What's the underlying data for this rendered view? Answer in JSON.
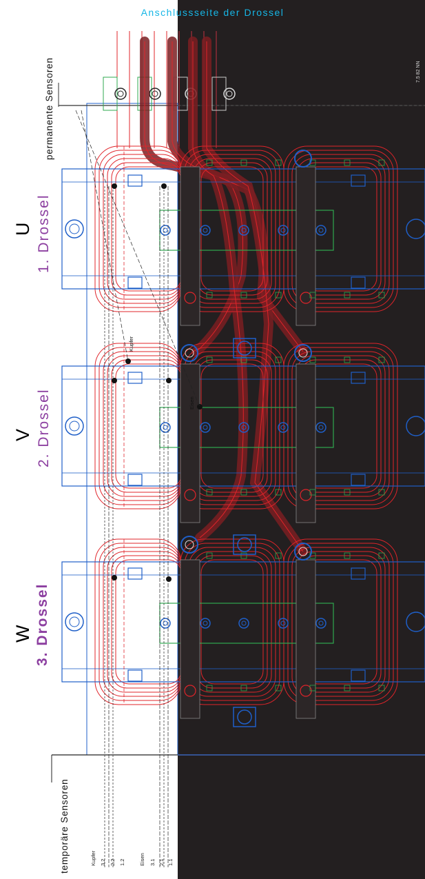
{
  "header": {
    "title": "Anschlussseite der Drossel"
  },
  "sensors": {
    "permanent_label": "permanente Sensoren",
    "temporary_label": "temporäre Sensoren",
    "kupfer_group": {
      "label": "Kupfer",
      "items": [
        "3.2",
        "2.2",
        "1.2"
      ]
    },
    "eisen_group": {
      "label": "Eisen",
      "items": [
        "3.1",
        "2.1",
        "1.1"
      ]
    },
    "kupfer_mark": "Kupfer",
    "eisen_mark": "Eisen"
  },
  "drosseln": [
    {
      "phase": "U",
      "name": "1. Drossel"
    },
    {
      "phase": "V",
      "name": "2. Drossel"
    },
    {
      "phase": "W",
      "name": "3. Drossel"
    }
  ],
  "corner_note": "7.5 82  NN",
  "colors": {
    "accent_cyan": "#16b6e6",
    "drossel_purple": "#8c3fa0",
    "dark_panel": "#231f20",
    "coil_red": "#e0242a",
    "frame_blue": "#1f5fc8",
    "plate_green": "#2fa84f"
  }
}
